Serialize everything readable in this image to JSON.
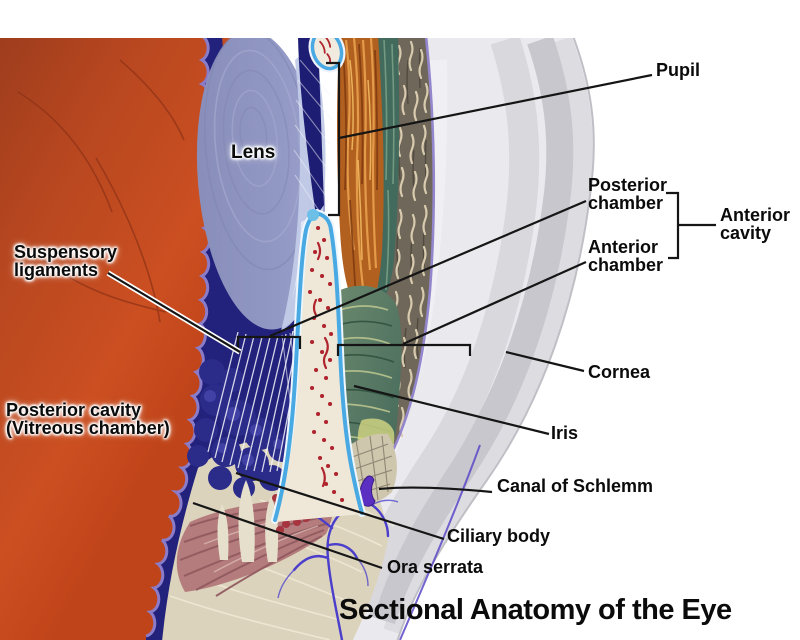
{
  "meta": {
    "alt": "Sectional anatomy illustration of the human eye"
  },
  "title": {
    "text": "Sectional Anatomy of the Eye"
  },
  "labels": {
    "pupil": {
      "text": "Pupil"
    },
    "posterior_chamber": {
      "text": "Posterior\nchamber"
    },
    "anterior_cavity": {
      "text": "Anterior\ncavity"
    },
    "anterior_chamber": {
      "text": "Anterior\nchamber"
    },
    "suspensory_ligaments": {
      "text": "Suspensory\nligaments"
    },
    "posterior_cavity": {
      "text": "Posterior cavity\n(Vitreous chamber)"
    },
    "cornea": {
      "text": "Cornea"
    },
    "iris": {
      "text": "Iris"
    },
    "canal_of_schlemm": {
      "text": "Canal of Schlemm"
    },
    "ciliary_body": {
      "text": "Ciliary body"
    },
    "ora_serrata": {
      "text": "Ora serrata"
    },
    "lens": {
      "text": "Lens"
    }
  },
  "palette": {
    "background": "#ffffff",
    "vitreous_orange": "#c24a1f",
    "choroid_navy": "#22227c",
    "scallop_lilac": "#8b7cc9",
    "lens_blue": "#9298c4",
    "lens_rim": "#c2cbe8",
    "iris_orange": "#c9772f",
    "iris_green": "#5d8063",
    "ciliary_cream": "#efe8d8",
    "ciliary_rim_blue": "#4aa9e3",
    "canal_purple": "#5b2fc1",
    "sclera_gray": "#eaeaee",
    "sclera_band_gray": "#c7c7cd",
    "tissue_beige": "#dcd3bd",
    "muscle_mauve": "#b47c7c",
    "vessel_blue": "#4a3ecb",
    "leader_black": "#151515"
  }
}
